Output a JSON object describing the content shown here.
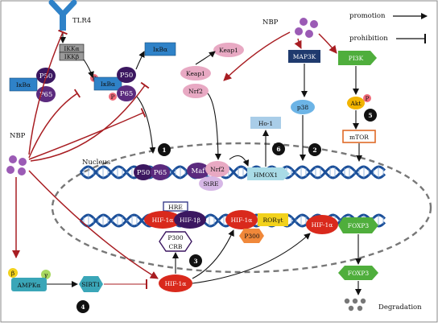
{
  "legend": {
    "promotion": "promotion",
    "prohibition": "prohibition"
  },
  "labels": {
    "tlr4": "TLR4",
    "nbp_top": "NBP",
    "nbp_left": "NBP",
    "ikka": "IKKα",
    "ikkb": "IKKβ",
    "ikba_left": "IκBα",
    "p50_left": "P50",
    "p65_left": "P65",
    "p_1": "P",
    "ikba_mid": "IκBα",
    "p_2": "P",
    "p50_mid": "P50",
    "p65_mid": "P65",
    "ikba_free": "IκBα",
    "keap1_top": "Keap1",
    "keap1": "Keap1",
    "nrf2": "Nrf2",
    "map3k": "MAP3K",
    "p38": "p38",
    "pi3k": "PI3K",
    "akt": "Akt",
    "p_akt": "P",
    "mtor": "mTOR",
    "ho1": "Ho-1",
    "nucleus": "Nucleus",
    "p50_dna": "P50",
    "p65_dna": "P65",
    "maf": "Maf",
    "nrf2_dna": "Nrf2",
    "stre": "StRE",
    "hmox1": "HMOX1",
    "hre": "HRE",
    "hif1a_dna": "HIF-1α",
    "hif1b": "HIF-1β",
    "p300_crb": "P300",
    "crb": "CRB",
    "hif1a_ror": "HIF-1α",
    "rorgt": "RORγt",
    "p300_ror": "P300",
    "hif1a_foxp3": "HIF-1α",
    "foxp3_dna": "FOXP3",
    "foxp3_out": "FOXP3",
    "beta": "β",
    "gamma": "γ",
    "ampka": "AMPKα",
    "sirt1": "SIRT1",
    "hif1a_out": "HIF-1α",
    "degradation": "Degradation"
  },
  "steps": [
    "1",
    "2",
    "3",
    "4",
    "5",
    "6"
  ],
  "colors": {
    "dark_red": "#a81d22",
    "blue_box": "#2f82c8",
    "navy": "#1f3a6e",
    "purple": "#5b2a7e",
    "dark_purple": "#3b1760",
    "red_oval": "#d9291c",
    "green_box": "#4fae3c",
    "teal": "#6cc7cf",
    "pink": "#e8a9c3",
    "dna_blue": "#1b4f99",
    "grey": "#555555"
  }
}
